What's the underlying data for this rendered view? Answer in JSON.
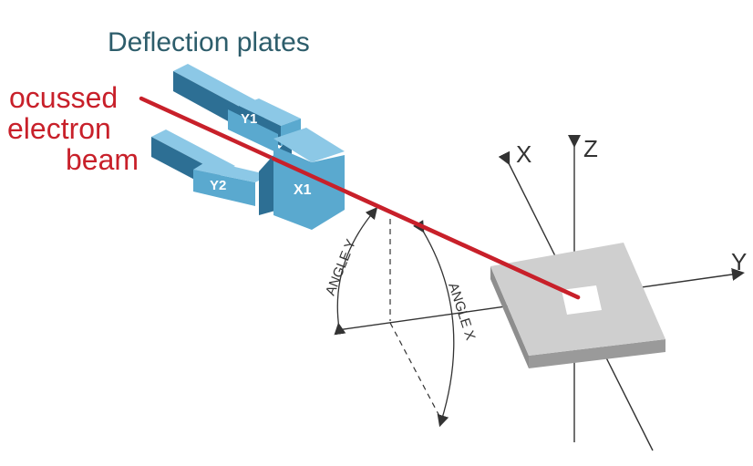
{
  "title": "Deflection plates",
  "beam_label": [
    "ocussed",
    "electron",
    "beam"
  ],
  "plates": {
    "y1": "Y1",
    "y2": "Y2",
    "x1": "X1"
  },
  "axes": {
    "x": "X",
    "z": "Z",
    "y": "Y"
  },
  "angles": {
    "y": "ANGLE Y",
    "x": "ANGLE X"
  },
  "colors": {
    "title": "#2d5d6b",
    "beam": "#c8202a",
    "plate_front": "#5aa9cf",
    "plate_top": "#8cc8e6",
    "plate_side": "#2d6f94",
    "screen_top": "#cfcfcf",
    "screen_side": "#8e8e8e",
    "lines": "#333333"
  }
}
